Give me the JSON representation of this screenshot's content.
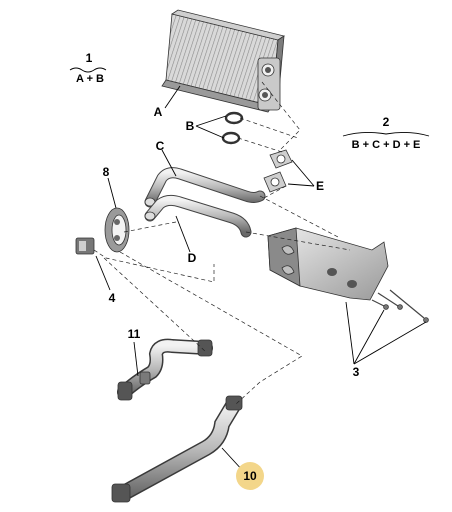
{
  "legend": {
    "group1": {
      "number": "1",
      "formula": "A + B"
    },
    "group2": {
      "number": "2",
      "formula": "B + C + D + E"
    }
  },
  "labels": {
    "A": "A",
    "B": "B",
    "C": "C",
    "D": "D",
    "E": "E",
    "n3": "3",
    "n4": "4",
    "n8": "8",
    "n10": "10",
    "n11": "11"
  },
  "colors": {
    "part_light": "#e6e6e6",
    "part_mid": "#bdbdbd",
    "part_dark": "#6f6f6f",
    "highlight": "#f3d68a",
    "line": "#000000"
  }
}
